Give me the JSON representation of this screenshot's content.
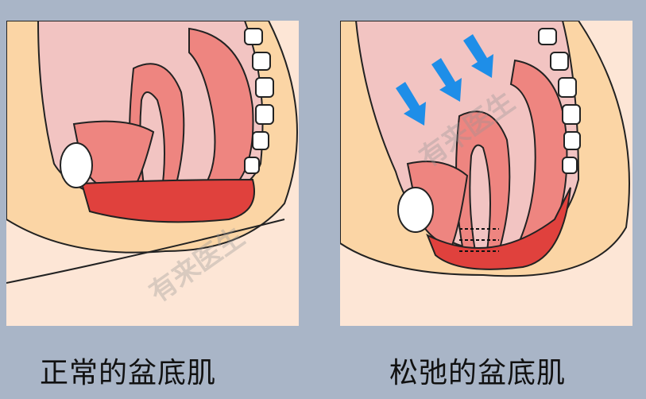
{
  "panels": [
    {
      "id": "normal",
      "caption": "正常的盆底肌"
    },
    {
      "id": "relaxed",
      "caption": "松弛的盆底肌"
    }
  ],
  "watermark": "有来医生",
  "colors": {
    "background": "#a9b5c7",
    "skin": "#fde6d6",
    "fat": "#fbd5a5",
    "cavity": "#f2c4c2",
    "organ": "#ee8580",
    "muscle": "#e0413d",
    "arrow": "#1e8ee8",
    "bone": "#ffffff"
  }
}
